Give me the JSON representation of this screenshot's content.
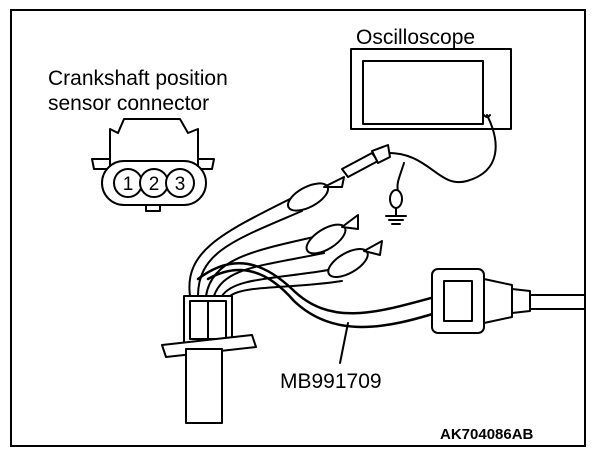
{
  "labels": {
    "oscilloscope": "Oscilloscope",
    "connector_line1": "Crankshaft position",
    "connector_line2": "sensor connector",
    "harness": "MB991709",
    "figure_id": "AK704086AB"
  },
  "connector_pins": [
    "1",
    "2",
    "3"
  ],
  "colors": {
    "line": "#000000",
    "background": "#ffffff"
  }
}
